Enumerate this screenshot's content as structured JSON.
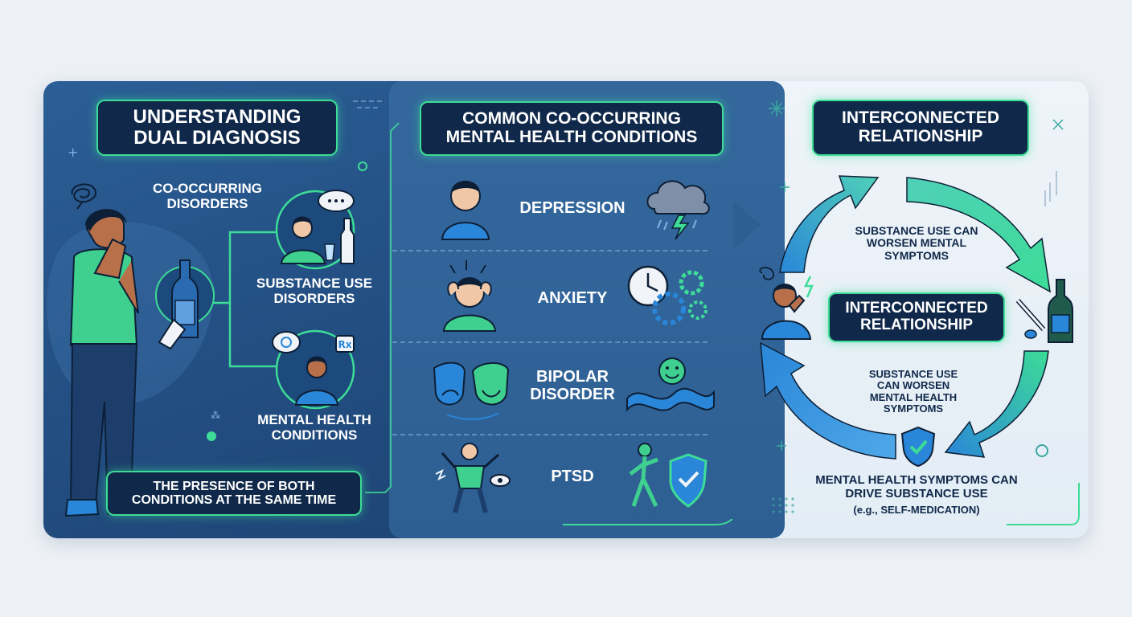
{
  "left_panel": {
    "title": "UNDERSTANDING DUAL DIAGNOSIS",
    "co_occurring_label": "CO-OCCURRING DISORDERS",
    "substance_label": "SUBSTANCE USE DISORDERS",
    "mental_label": "MENTAL HEALTH CONDITIONS",
    "definition": "THE PRESENCE OF BOTH CONDITIONS AT THE SAME TIME"
  },
  "middle_panel": {
    "title": "COMMON CO-OCCURRING MENTAL HEALTH CONDITIONS",
    "conditions": [
      {
        "label": "DEPRESSION",
        "icon": "storm-cloud-icon"
      },
      {
        "label": "ANXIETY",
        "icon": "clock-gears-icon"
      },
      {
        "label": "BIPOLAR DISORDER",
        "icon": "wave-smile-icon"
      },
      {
        "label": "PTSD",
        "icon": "shield-check-icon"
      }
    ]
  },
  "right_panel": {
    "title": "INTERCONNECTED RELATIONSHIP",
    "center_title": "INTERCONNECTED RELATIONSHIP",
    "top_text": "SUBSTANCE USE CAN WORSEN MENTAL SYMPTOMS",
    "middle_text": "SUBSTANCE USE CAN WORSEN MENTAL HEALTH SYMPTOMS",
    "bottom_text": "MENTAL HEALTH SYMPTOMS CAN DRIVE SUBSTANCE USE",
    "bottom_note": "(e.g., SELF-MEDICATION)"
  },
  "colors": {
    "accent_green": "#3ddc97",
    "navy": "#10284a",
    "arrow_blue": "#2a86d8",
    "arrow_green": "#3ddc97"
  }
}
